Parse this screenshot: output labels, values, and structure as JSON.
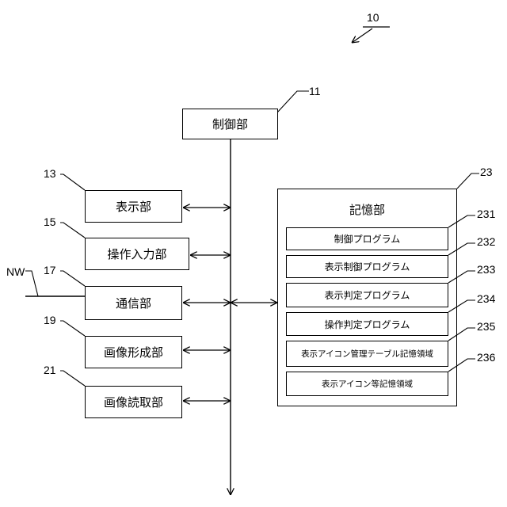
{
  "figure": {
    "number": "10",
    "network_label": "NW"
  },
  "units": [
    {
      "ref": "11",
      "label": "制御部"
    },
    {
      "ref": "13",
      "label": "表示部"
    },
    {
      "ref": "15",
      "label": "操作入力部"
    },
    {
      "ref": "17",
      "label": "通信部"
    },
    {
      "ref": "19",
      "label": "画像形成部"
    },
    {
      "ref": "21",
      "label": "画像読取部"
    }
  ],
  "storage": {
    "ref": "23",
    "label": "記憶部",
    "items": [
      {
        "ref": "231",
        "label": "制御プログラム"
      },
      {
        "ref": "232",
        "label": "表示制御プログラム"
      },
      {
        "ref": "233",
        "label": "表示判定プログラム"
      },
      {
        "ref": "234",
        "label": "操作判定プログラム"
      },
      {
        "ref": "235",
        "label": "表示アイコン管理テーブル記憶領域"
      },
      {
        "ref": "236",
        "label": "表示アイコン等記憶領域"
      }
    ]
  }
}
